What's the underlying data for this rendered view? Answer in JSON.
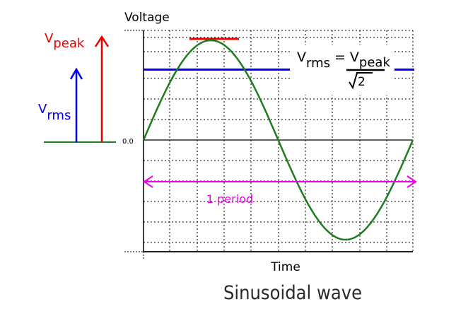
{
  "labels": {
    "voltage_axis": "Voltage",
    "time_axis": "Time",
    "zero_tick": "0.0",
    "period": "1 period",
    "caption": "Sinusoidal wave",
    "vpeak_base": "V",
    "vpeak_sub": "peak",
    "vrms_base": "V",
    "vrms_sub": "rms"
  },
  "formula": {
    "lhs_base": "V",
    "lhs_sub": "rms",
    "equals": "=",
    "num_base": "V",
    "num_sub": "peak",
    "den_radicand": "2"
  },
  "colors": {
    "wave": "#1e7d1e",
    "peak": "#ee0000",
    "rms": "#0000ee",
    "period": "#ee00ee",
    "grid": "#000000"
  },
  "chart_data": {
    "type": "line",
    "function": "sine",
    "x_range_periods": [
      0,
      1
    ],
    "amplitude": 1,
    "rms_fraction_of_peak": 0.707,
    "xlabel": "Time",
    "ylabel": "Voltage"
  }
}
